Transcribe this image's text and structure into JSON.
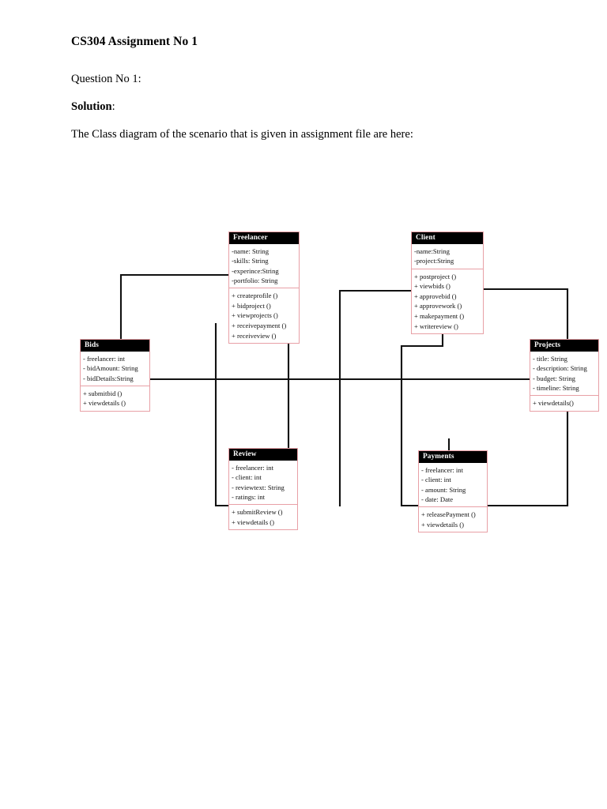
{
  "document": {
    "title": "CS304 Assignment No 1",
    "question_label": "Question No 1:",
    "solution_label": "Solution",
    "solution_colon": ":",
    "description": "The Class diagram of the scenario that is given in assignment file are here:"
  },
  "diagram": {
    "type": "uml-class-diagram",
    "header_background": "#000000",
    "header_text_color": "#ffffff",
    "box_border_color": "#e8a0a6",
    "connector_color": "#111111",
    "classes": [
      {
        "id": "freelancer",
        "name": "Freelancer",
        "attributes": [
          "-name: String",
          "-skills: String",
          "-experince:String",
          "-portfolio: String"
        ],
        "methods": [
          "+ createprofile ()",
          "+ bidproject ()",
          "+ viewprojects ()",
          "+ receivepayment ()",
          "+ receiveview ()"
        ]
      },
      {
        "id": "client",
        "name": "Client",
        "attributes": [
          "-name:String",
          "-project:String"
        ],
        "methods": [
          "+ postproject ()",
          "+ viewbids ()",
          "+ approvebid ()",
          "+ approvework ()",
          "+ makepayment ()",
          "+ writereview ()"
        ]
      },
      {
        "id": "bids",
        "name": "Bids",
        "attributes": [
          "- freelancer: int",
          "- bidAmount: String",
          "- bidDetails:String"
        ],
        "methods": [
          "+ submitbid ()",
          "+ viewdetails ()"
        ]
      },
      {
        "id": "projects",
        "name": "Projects",
        "attributes": [
          "- title: String",
          "- description: String",
          "- budget: String",
          "- timeline: String"
        ],
        "methods": [
          "+ viewdetails()"
        ]
      },
      {
        "id": "review",
        "name": "Review",
        "attributes": [
          "- freelancer: int",
          "- client: int",
          "- reviewtext: String",
          "- ratings: int"
        ],
        "methods": [
          "+ submitReview ()",
          "+ viewdetails ()"
        ]
      },
      {
        "id": "payments",
        "name": "Payments",
        "attributes": [
          "- freelancer: int",
          "- client: int",
          "- amount: String",
          "- date: Date"
        ],
        "methods": [
          "+ releasePayment ()",
          "+ viewdetails ()"
        ]
      }
    ],
    "associations": [
      {
        "from": "freelancer",
        "to": "bids"
      },
      {
        "from": "freelancer",
        "to": "review"
      },
      {
        "from": "client",
        "to": "bids"
      },
      {
        "from": "client",
        "to": "payments"
      },
      {
        "from": "client",
        "to": "projects"
      },
      {
        "from": "bids",
        "to": "projects"
      },
      {
        "from": "projects",
        "to": "payments"
      }
    ]
  }
}
